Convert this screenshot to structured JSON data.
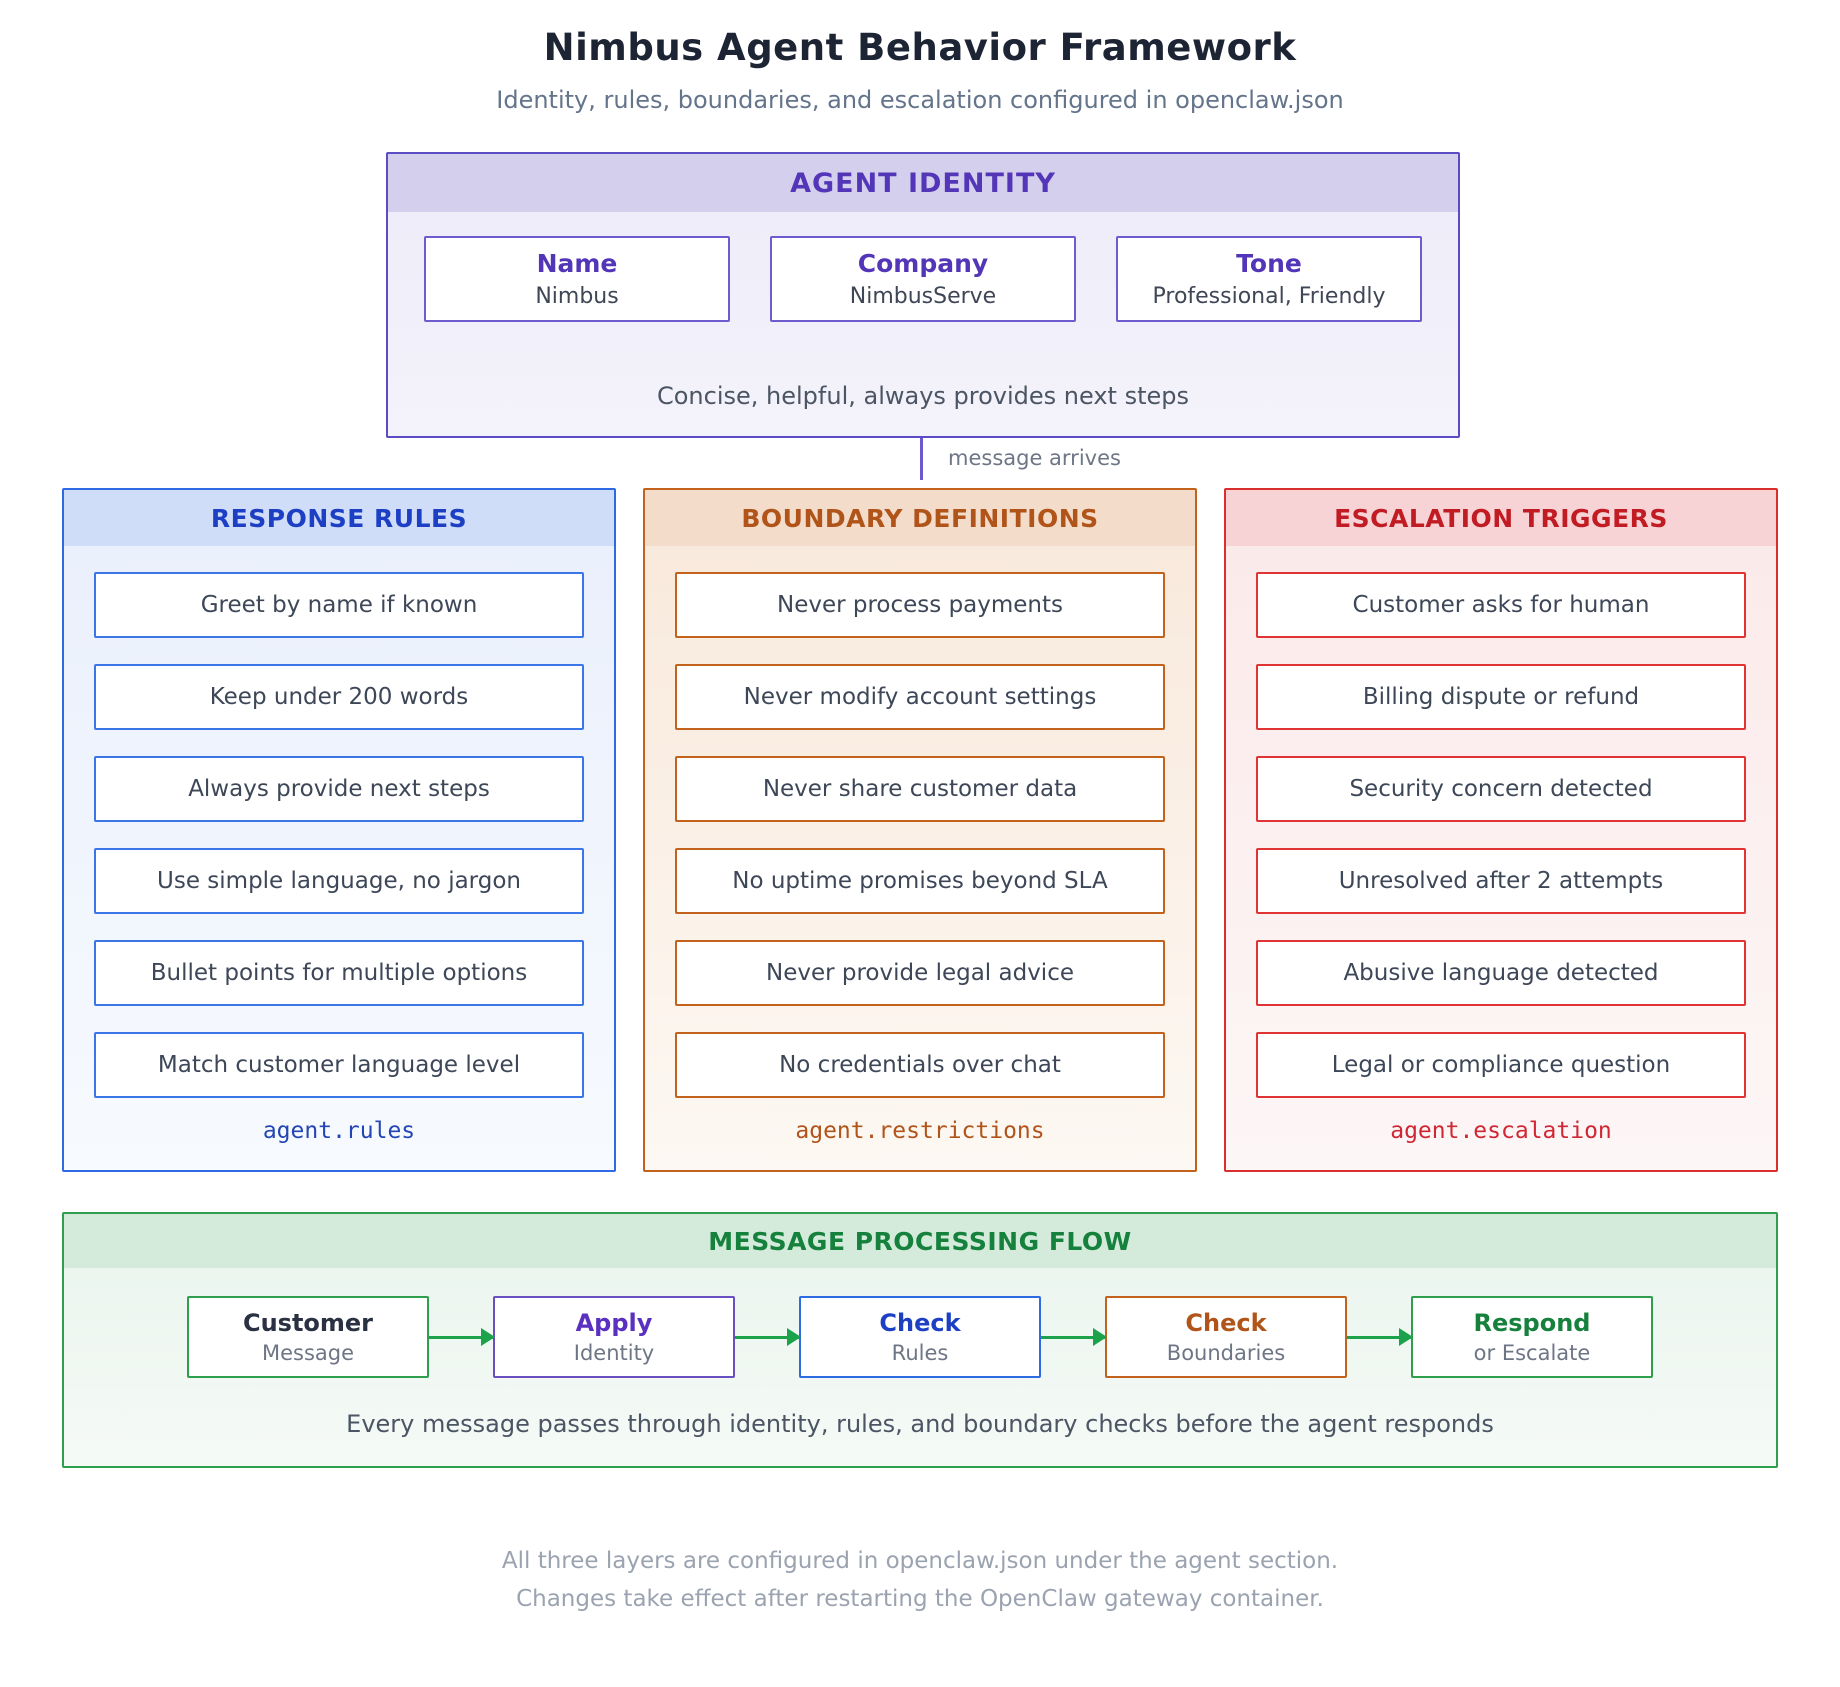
{
  "header": {
    "title": "Nimbus Agent Behavior Framework",
    "subtitle": "Identity, rules, boundaries, and escalation configured in openclaw.json"
  },
  "identity": {
    "title": "AGENT IDENTITY",
    "fields": [
      {
        "label": "Name",
        "value": "Nimbus"
      },
      {
        "label": "Company",
        "value": "NimbusServe"
      },
      {
        "label": "Tone",
        "value": "Professional, Friendly"
      }
    ],
    "tagline": "Concise, helpful, always provides next steps"
  },
  "connector": {
    "label": "message arrives"
  },
  "columns": [
    {
      "title": "RESPONSE RULES",
      "items": [
        "Greet by name if known",
        "Keep under 200 words",
        "Always provide next steps",
        "Use simple language, no jargon",
        "Bullet points for multiple options",
        "Match customer language level"
      ],
      "code": "agent.rules",
      "accent": "#2d6ae3"
    },
    {
      "title": "BOUNDARY DEFINITIONS",
      "items": [
        "Never process payments",
        "Never modify account settings",
        "Never share customer data",
        "No uptime promises beyond SLA",
        "Never provide legal advice",
        "No credentials over chat"
      ],
      "code": "agent.restrictions",
      "accent": "#c2621c"
    },
    {
      "title": "ESCALATION TRIGGERS",
      "items": [
        "Customer asks for human",
        "Billing dispute or refund",
        "Security concern detected",
        "Unresolved after 2 attempts",
        "Abusive language detected",
        "Legal or compliance question"
      ],
      "code": "agent.escalation",
      "accent": "#da2f2f"
    }
  ],
  "flow": {
    "title": "MESSAGE PROCESSING FLOW",
    "steps": [
      {
        "title": "Customer",
        "subtitle": "Message"
      },
      {
        "title": "Apply",
        "subtitle": "Identity"
      },
      {
        "title": "Check",
        "subtitle": "Rules"
      },
      {
        "title": "Check",
        "subtitle": "Boundaries"
      },
      {
        "title": "Respond",
        "subtitle": "or Escalate"
      }
    ],
    "caption": "Every message passes through identity, rules, and boundary checks before the agent responds",
    "accent": "#2f9e4d"
  },
  "footer": {
    "line1": "All three layers are configured in openclaw.json under the agent section.",
    "line2": "Changes take effect after restarting the OpenClaw gateway container."
  },
  "colors": {
    "identity_accent": "#5b4cc4",
    "rules_accent": "#2d6ae3",
    "boundaries_accent": "#c2621c",
    "escalation_accent": "#da2f2f",
    "flow_accent": "#2f9e4d",
    "arrow_green": "#1ba24b"
  }
}
